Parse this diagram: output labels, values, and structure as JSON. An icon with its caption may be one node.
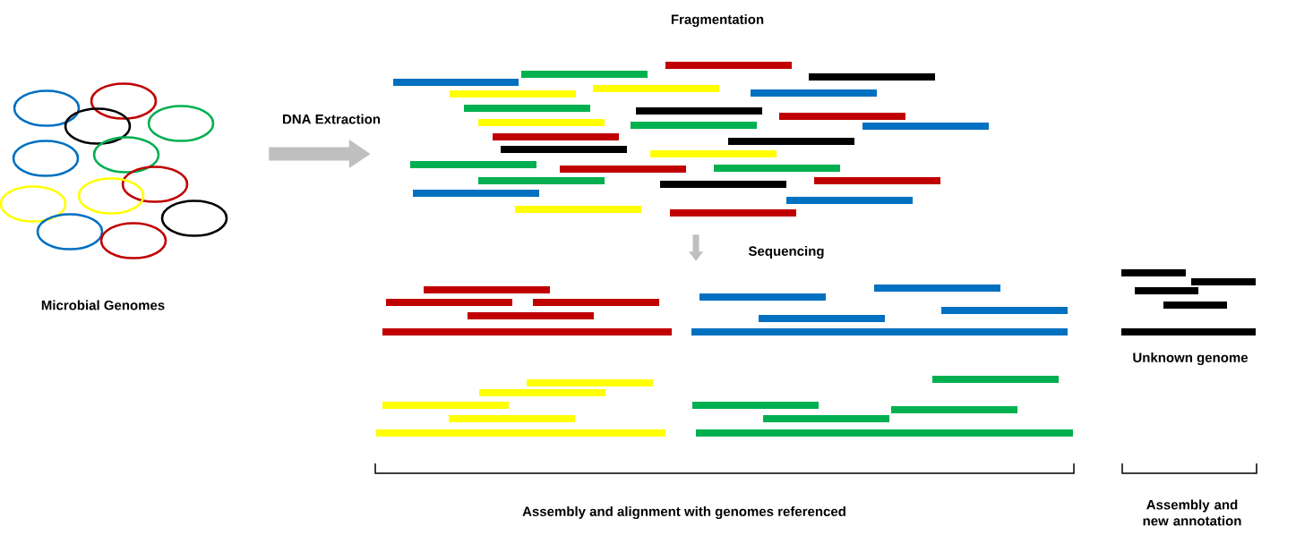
{
  "diagram": {
    "nodes": [
      {
        "text": [],
        "shape": "picture",
        "beside": [
          "Microbial Genomes"
        ]
      },
      {
        "text": [],
        "shape": "picture",
        "beside": [
          "Fragmentation"
        ]
      },
      {
        "text": [],
        "shape": "picture"
      },
      {
        "text": [],
        "shape": "picture",
        "beside": [
          "Unknown genome"
        ]
      }
    ],
    "edges": [
      {
        "from": 0,
        "to": 1,
        "arrow": "to",
        "label": "DNA Extraction",
        "style": "thick"
      },
      {
        "from": 1,
        "to": 2,
        "arrow": "to",
        "label": "Sequencing"
      }
    ],
    "labels": [
      "Assembly and alignment with genomes referenced",
      "Assembly and new annotation"
    ]
  }
}
